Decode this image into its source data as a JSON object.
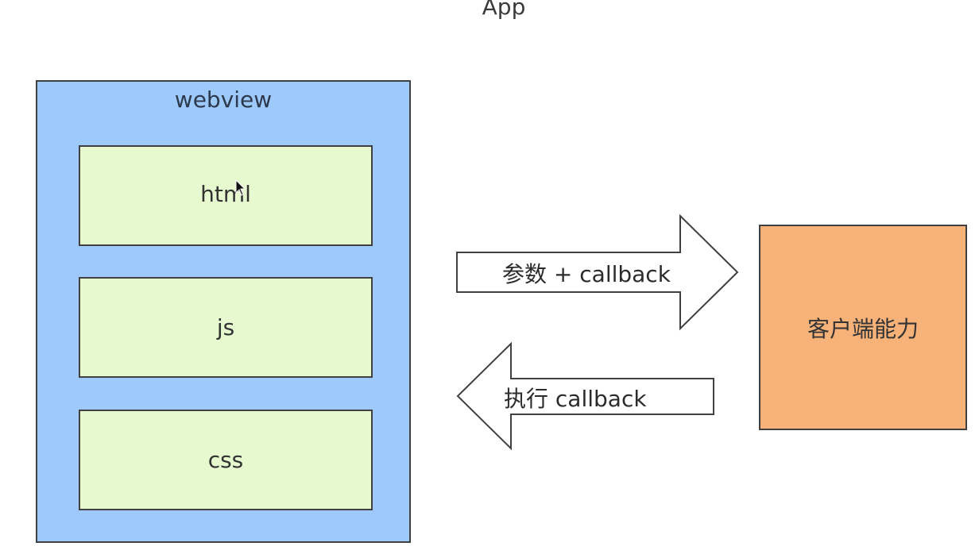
{
  "app_title": "App",
  "webview": {
    "title": "webview",
    "boxes": [
      {
        "label": "html"
      },
      {
        "label": "js"
      },
      {
        "label": "css"
      }
    ]
  },
  "arrows": {
    "to_client": {
      "label": "参数 + callback"
    },
    "to_webview": {
      "label": "执行 callback"
    }
  },
  "client": {
    "label": "客户端能力"
  },
  "colors": {
    "webview_fill": "#9ec9fb",
    "inner_fill": "#e6f9cf",
    "client_fill": "#f7b27a",
    "outline": "#404040"
  }
}
